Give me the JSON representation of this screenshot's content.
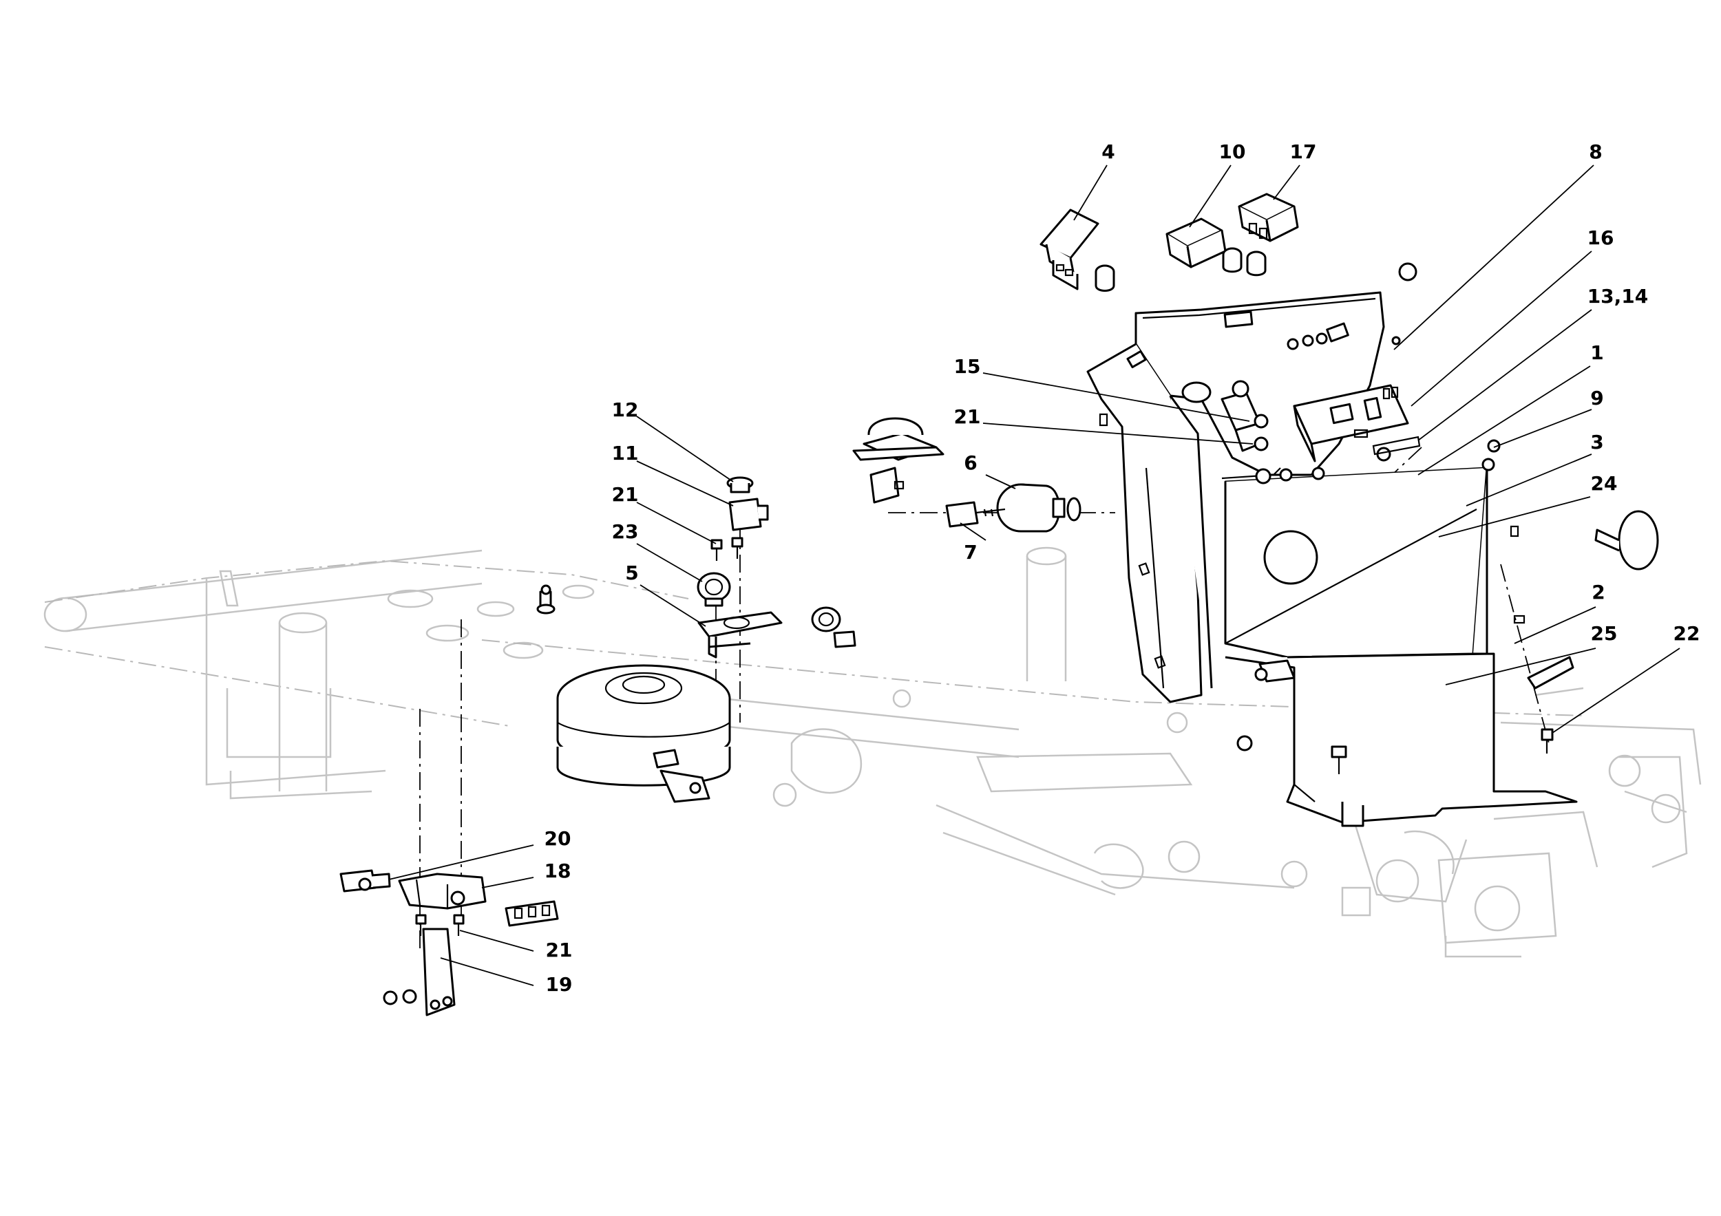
{
  "callouts": [
    {
      "id": "label-4",
      "text": "4"
    },
    {
      "id": "label-10",
      "text": "10"
    },
    {
      "id": "label-17",
      "text": "17"
    },
    {
      "id": "label-8",
      "text": "8"
    },
    {
      "id": "label-16",
      "text": "16"
    },
    {
      "id": "label-13-14",
      "text": "13,14"
    },
    {
      "id": "label-1",
      "text": "1"
    },
    {
      "id": "label-9",
      "text": "9"
    },
    {
      "id": "label-3",
      "text": "3"
    },
    {
      "id": "label-24",
      "text": "24"
    },
    {
      "id": "label-2",
      "text": "2"
    },
    {
      "id": "label-25",
      "text": "25"
    },
    {
      "id": "label-22",
      "text": "22"
    },
    {
      "id": "label-15",
      "text": "15"
    },
    {
      "id": "label-21-a",
      "text": "21"
    },
    {
      "id": "label-6",
      "text": "6"
    },
    {
      "id": "label-7",
      "text": "7"
    },
    {
      "id": "label-12",
      "text": "12"
    },
    {
      "id": "label-11",
      "text": "11"
    },
    {
      "id": "label-21-b",
      "text": "21"
    },
    {
      "id": "label-23",
      "text": "23"
    },
    {
      "id": "label-5",
      "text": "5"
    },
    {
      "id": "label-20",
      "text": "20"
    },
    {
      "id": "label-18",
      "text": "18"
    },
    {
      "id": "label-21-c",
      "text": "21"
    },
    {
      "id": "label-19",
      "text": "19"
    }
  ],
  "colors": {
    "line": "#000000",
    "ghost": "#c4c4c4",
    "background": "#ffffff"
  },
  "icons": [
    "key-icon",
    "ignition-switch-icon",
    "rocker-switch-icon",
    "relay-module-icon",
    "electromagnetic-clutch-icon"
  ]
}
